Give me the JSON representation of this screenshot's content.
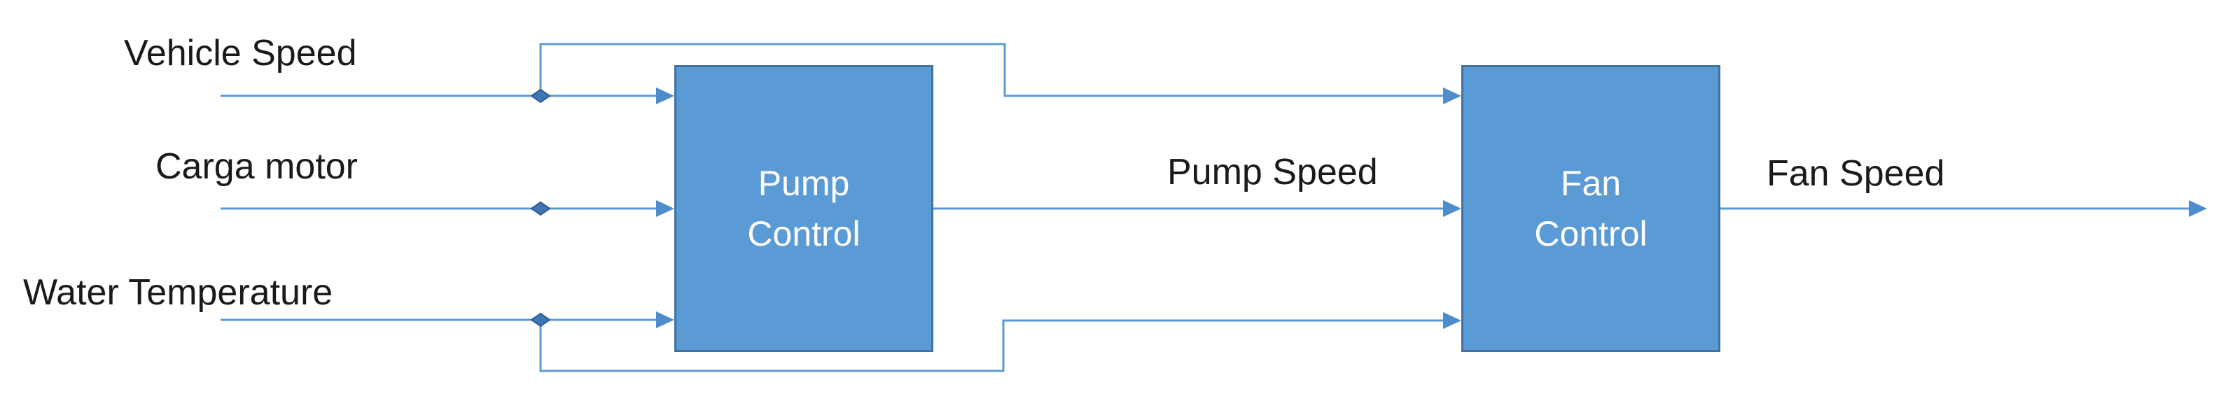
{
  "diagram": {
    "colors": {
      "background": "#FFFFFF",
      "block_fill": "#5B9BD5",
      "block_border": "#41719C",
      "connector_line": "#5B9BD5",
      "arrowhead": "#4E8CCB",
      "junction_diamond": "#3F76B6",
      "label_text": "#1A1A1A",
      "block_text": "#FFFFFF"
    },
    "input_labels": {
      "vehicle_speed": "Vehicle Speed",
      "carga_motor": "Carga motor",
      "water_temperature": "Water Temperature"
    },
    "blocks": {
      "pump": {
        "line1": "Pump",
        "line2": "Control"
      },
      "fan": {
        "line1": "Fan",
        "line2": "Control"
      }
    },
    "signal_labels": {
      "pump_speed": "Pump Speed",
      "fan_speed": "Fan Speed"
    }
  }
}
